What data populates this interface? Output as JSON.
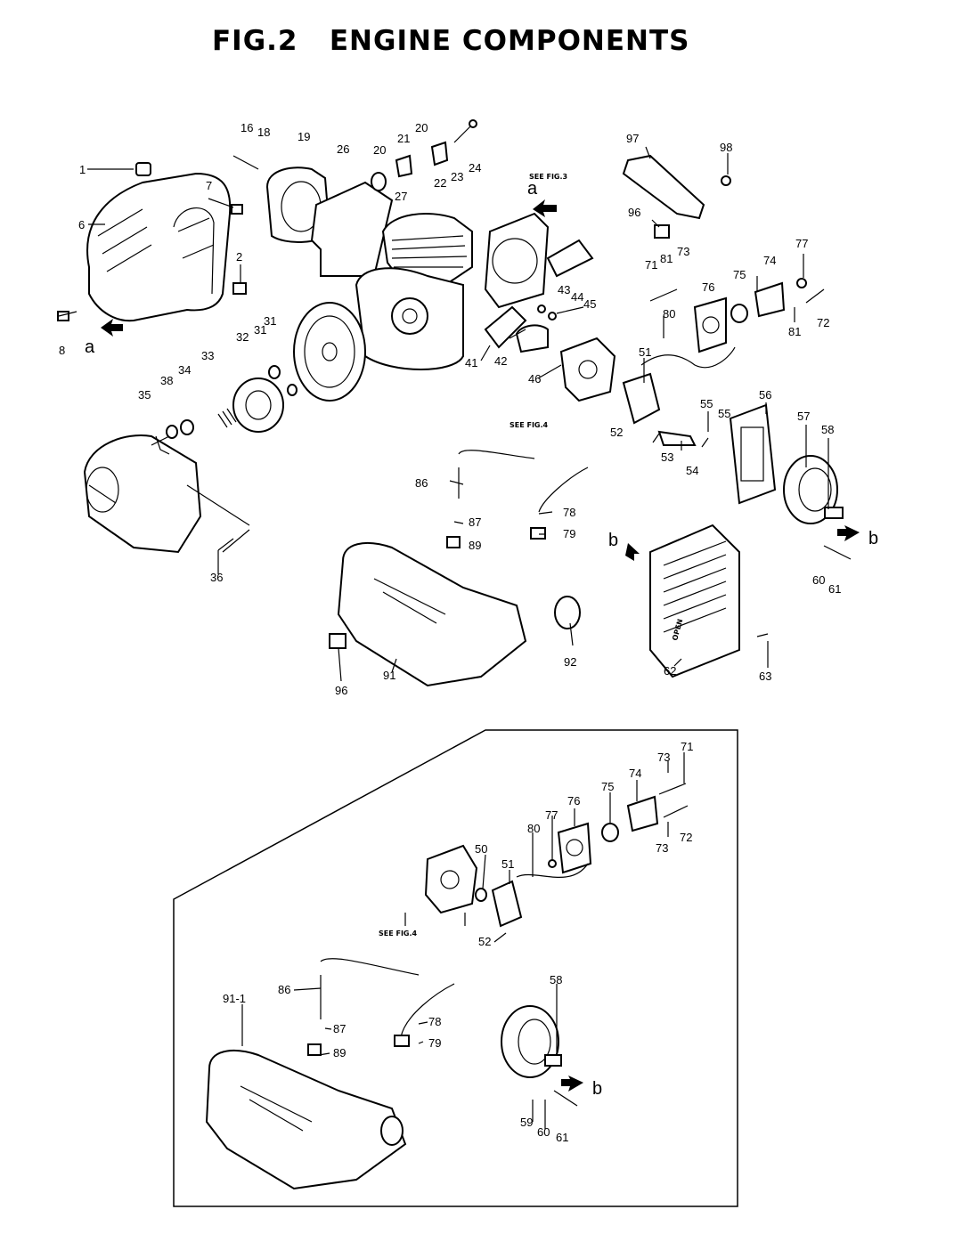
{
  "title": "FIG.2   ENGINE COMPONENTS",
  "references": {
    "see_fig3": "SEE FIG.3",
    "see_fig4_top": "SEE FIG.4",
    "see_fig4_bottom": "SEE FIG.4"
  },
  "arrow_letters": {
    "a_top": "a",
    "a_left": "a",
    "b_left": "b",
    "b_right": "b",
    "b_bottom": "b"
  },
  "top_labels": [
    {
      "id": "l16",
      "text": "16"
    },
    {
      "id": "l18",
      "text": "18"
    },
    {
      "id": "l19",
      "text": "19"
    },
    {
      "id": "l26",
      "text": "26"
    },
    {
      "id": "l20a",
      "text": "20"
    },
    {
      "id": "l21",
      "text": "21"
    },
    {
      "id": "l20b",
      "text": "20"
    },
    {
      "id": "l22",
      "text": "22"
    },
    {
      "id": "l23",
      "text": "23"
    },
    {
      "id": "l24",
      "text": "24"
    },
    {
      "id": "l27",
      "text": "27"
    },
    {
      "id": "l97",
      "text": "97"
    },
    {
      "id": "l98",
      "text": "98"
    },
    {
      "id": "l96a",
      "text": "96"
    },
    {
      "id": "l1",
      "text": "1"
    },
    {
      "id": "l6",
      "text": "6"
    },
    {
      "id": "l7",
      "text": "7"
    },
    {
      "id": "l2",
      "text": "2"
    },
    {
      "id": "l8",
      "text": "8"
    },
    {
      "id": "l71",
      "text": "71"
    },
    {
      "id": "l81a",
      "text": "81"
    },
    {
      "id": "l73",
      "text": "73"
    },
    {
      "id": "l77",
      "text": "77"
    },
    {
      "id": "l74",
      "text": "74"
    },
    {
      "id": "l75",
      "text": "75"
    },
    {
      "id": "l76",
      "text": "76"
    },
    {
      "id": "l80",
      "text": "80"
    },
    {
      "id": "l72",
      "text": "72"
    },
    {
      "id": "l81b",
      "text": "81"
    },
    {
      "id": "l43",
      "text": "43"
    },
    {
      "id": "l44",
      "text": "44"
    },
    {
      "id": "l45",
      "text": "45"
    },
    {
      "id": "l41",
      "text": "41"
    },
    {
      "id": "l42",
      "text": "42"
    },
    {
      "id": "l46",
      "text": "46"
    },
    {
      "id": "l51",
      "text": "51"
    },
    {
      "id": "l31a",
      "text": "31"
    },
    {
      "id": "l32",
      "text": "32"
    },
    {
      "id": "l31b",
      "text": "31"
    },
    {
      "id": "l33",
      "text": "33"
    },
    {
      "id": "l34",
      "text": "34"
    },
    {
      "id": "l38",
      "text": "38"
    },
    {
      "id": "l35",
      "text": "35"
    },
    {
      "id": "l52",
      "text": "52"
    },
    {
      "id": "l53",
      "text": "53"
    },
    {
      "id": "l54",
      "text": "54"
    },
    {
      "id": "l55a",
      "text": "55"
    },
    {
      "id": "l55b",
      "text": "55"
    },
    {
      "id": "l56",
      "text": "56"
    },
    {
      "id": "l57",
      "text": "57"
    },
    {
      "id": "l58",
      "text": "58"
    },
    {
      "id": "l86",
      "text": "86"
    },
    {
      "id": "l87",
      "text": "87"
    },
    {
      "id": "l89",
      "text": "89"
    },
    {
      "id": "l78",
      "text": "78"
    },
    {
      "id": "l79",
      "text": "79"
    },
    {
      "id": "l36",
      "text": "36"
    },
    {
      "id": "l60",
      "text": "60"
    },
    {
      "id": "l61",
      "text": "61"
    },
    {
      "id": "l62",
      "text": "62"
    },
    {
      "id": "l63",
      "text": "63"
    },
    {
      "id": "l92",
      "text": "92"
    },
    {
      "id": "l91",
      "text": "91"
    },
    {
      "id": "l96b",
      "text": "96"
    }
  ],
  "bottom_labels": [
    {
      "id": "b71",
      "text": "71"
    },
    {
      "id": "b73a",
      "text": "73"
    },
    {
      "id": "b74",
      "text": "74"
    },
    {
      "id": "b75",
      "text": "75"
    },
    {
      "id": "b76",
      "text": "76"
    },
    {
      "id": "b77",
      "text": "77"
    },
    {
      "id": "b80",
      "text": "80"
    },
    {
      "id": "b72",
      "text": "72"
    },
    {
      "id": "b73b",
      "text": "73"
    },
    {
      "id": "b50",
      "text": "50"
    },
    {
      "id": "b51",
      "text": "51"
    },
    {
      "id": "b52",
      "text": "52"
    },
    {
      "id": "b91_1",
      "text": "91-1"
    },
    {
      "id": "b86",
      "text": "86"
    },
    {
      "id": "b87",
      "text": "87"
    },
    {
      "id": "b89",
      "text": "89"
    },
    {
      "id": "b78",
      "text": "78"
    },
    {
      "id": "b79",
      "text": "79"
    },
    {
      "id": "b58",
      "text": "58"
    },
    {
      "id": "b59",
      "text": "59"
    },
    {
      "id": "b60",
      "text": "60"
    },
    {
      "id": "b61",
      "text": "61"
    }
  ],
  "muffler_cover_text": "OPEN"
}
